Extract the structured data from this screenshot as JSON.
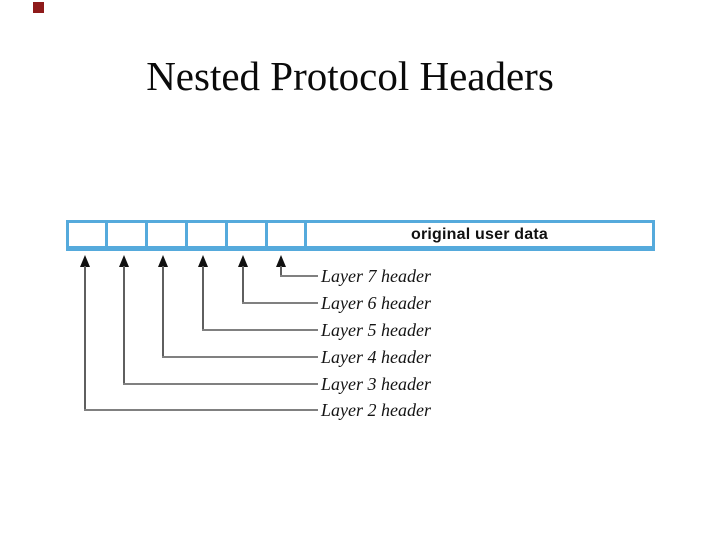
{
  "slide": {
    "title": "Nested Protocol Headers"
  },
  "diagram": {
    "data_cell_label": "original user data",
    "header_cell_count": 6,
    "layer_labels": [
      "Layer 7 header",
      "Layer 6 header",
      "Layer 5 header",
      "Layer 4 header",
      "Layer 3 header",
      "Layer 2 header"
    ]
  },
  "colors": {
    "bar_border": "#55aadc",
    "connector": "#808080",
    "shaft": "#5f5f5f",
    "arrowhead": "#111111",
    "logo": "#8e1a1a"
  }
}
